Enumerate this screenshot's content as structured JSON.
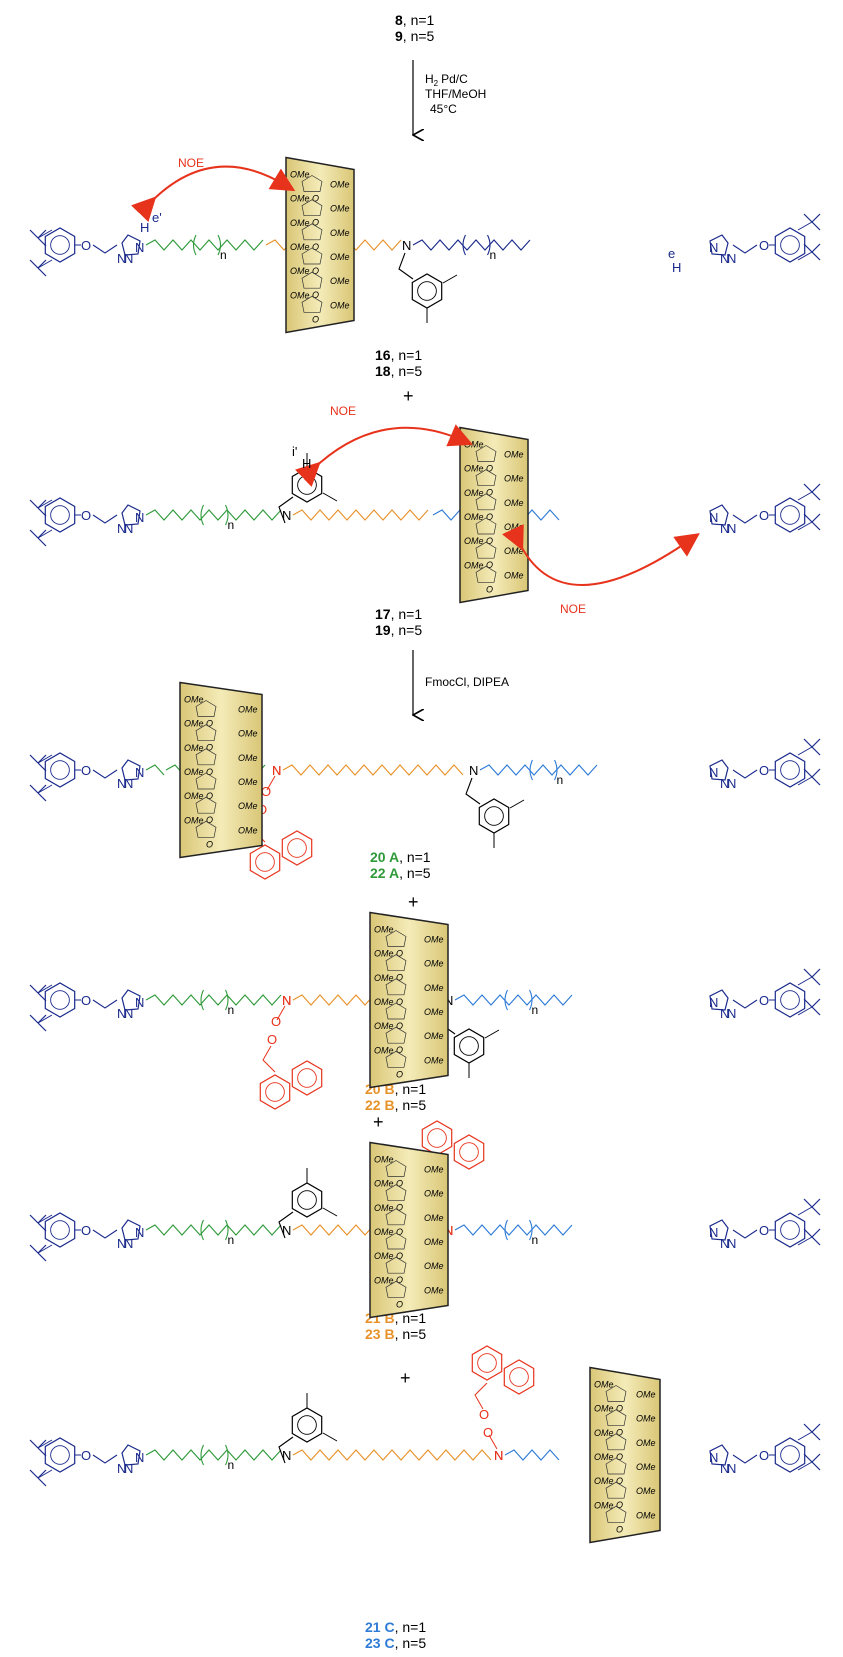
{
  "compound_labels": [
    {
      "num": "8",
      "text": ", n=1"
    },
    {
      "num": "9",
      "text": ", n=5"
    },
    {
      "num": "16",
      "text": ", n=1"
    },
    {
      "num": "18",
      "text": ", n=5"
    },
    {
      "num": "17",
      "text": ", n=1"
    },
    {
      "num": "19",
      "text": ", n=5"
    },
    {
      "num": "20 A",
      "text": ", n=1"
    },
    {
      "num": "22 A",
      "text": ", n=5"
    },
    {
      "num": "20 B",
      "text": ", n=1"
    },
    {
      "num": "22 B",
      "text": ", n=5"
    },
    {
      "num": "21 B",
      "text": ", n=1"
    },
    {
      "num": "23 B",
      "text": ", n=5"
    },
    {
      "num": "21 C",
      "text": ", n=1"
    },
    {
      "num": "23 C",
      "text": ", n=5"
    }
  ],
  "steps": [
    {
      "lines": [
        "H",
        "Pd/C",
        "THF/MeOH",
        "45°C"
      ]
    },
    {
      "lines": [
        "FmocCl, DIPEA"
      ]
    }
  ],
  "annotations": {
    "noe": "NOE",
    "plus": "+",
    "ome": "OMe",
    "n": "n",
    "atoms": {
      "N": "N",
      "O": "O",
      "H": "H",
      "e_prime": "e'",
      "e": "e",
      "i_prime": "i'"
    }
  },
  "colors": {
    "blue": "#1a2a8c",
    "light_blue": "#2e7bd6",
    "green": "#2f9a3a",
    "orange": "#e8922a",
    "red": "#e8331c",
    "cd_fill": "#efe3a2",
    "label_green": "#2f9a3a",
    "label_orange": "#e8922a",
    "label_blue": "#2e7bd6"
  }
}
